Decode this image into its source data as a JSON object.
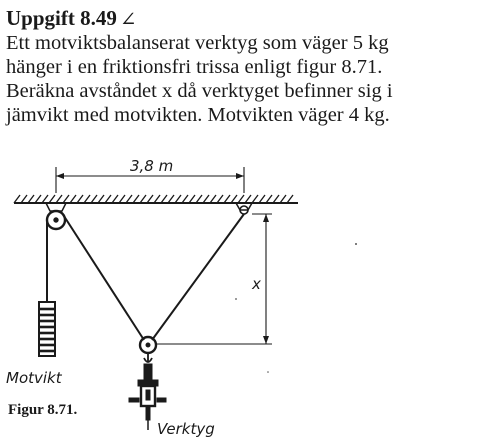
{
  "problem": {
    "title": "Uppgift 8.49",
    "text_lines": [
      "Ett motviktsbalanserat verktyg som väger 5 kg",
      "hänger i en friktionsfri trissa enligt figur 8.71.",
      "Beräkna avståndet x då verktyget befinner sig i",
      "jämvikt med motvikten. Motvikten väger 4 kg."
    ]
  },
  "figure": {
    "span_label": "3,8 m",
    "height_label": "x",
    "counterweight_label": "Motvikt",
    "tool_label": "Verktyg",
    "caption": "Figur 8.71."
  }
}
